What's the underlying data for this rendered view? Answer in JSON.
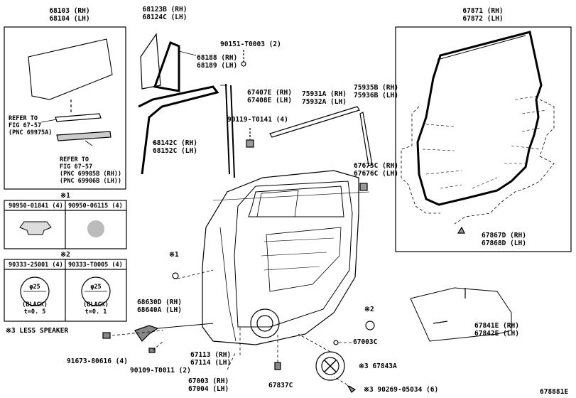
{
  "diagram_id": "678881E",
  "parts": {
    "glass": [
      "68103 (RH)",
      "68104 (LH)"
    ],
    "qglass": [
      "68123B (RH)",
      "68124C (LH)"
    ],
    "qseal": [
      "68188 (RH)",
      "68189 (LH)"
    ],
    "clip2": "90151-T0003 (2)",
    "chan": [
      "67407E (RH)",
      "67408E (LH)"
    ],
    "belt": [
      "75931A (RH)",
      "75932A (LH)"
    ],
    "sash": [
      "75935B (RH)",
      "75936B (LH)"
    ],
    "run": [
      "68142C (RH)",
      "68152C (LH)"
    ],
    "screw4": "90119-T0141 (4)",
    "ws": [
      "67871 (RH)",
      "67872 (LH)"
    ],
    "hinge_clip": [
      "67675C (RH)",
      "67676C (LH)"
    ],
    "wsclip": [
      "67867D (RH)",
      "67868D (LH)"
    ],
    "ref1": [
      "REFER TO",
      "FIG 67-57",
      "(PNC 69975A)"
    ],
    "ref2": [
      "REFER TO",
      "FIG 67-57",
      "(PNC 69905B (RH))",
      "(PNC 69906B (LH))"
    ],
    "hdr1": "※1",
    "hdr2": "※2",
    "clipA": "90950-01841 (4)",
    "clipB": "90950-06115 (4)",
    "plugA": "90333-25001 (4)",
    "plugB": "90333-T0005 (4)",
    "phi": "φ25",
    "blackA": [
      "(BLACK)",
      "t=0. 5"
    ],
    "blackB": [
      "(BLACK)",
      "t=0. 1"
    ],
    "note3": "※3 LESS SPEAKER",
    "mark1": "※1",
    "mark2": "※2",
    "check": [
      "68630D (RH)",
      "68640A (LH)"
    ],
    "bolt": "91673-80616 (4)",
    "screw": "90109-T0011 (2)",
    "panel": [
      "67113 (RH)",
      "67114 (LH)"
    ],
    "shell": [
      "67003 (RH)",
      "67004 (LH)"
    ],
    "plug": "67003C",
    "p7c": "67837C",
    "spk": "※3 67843A",
    "spkscrew": "※3 90269-05034 (6)",
    "film": [
      "67841E (RH)",
      "67842E (LH)"
    ]
  }
}
